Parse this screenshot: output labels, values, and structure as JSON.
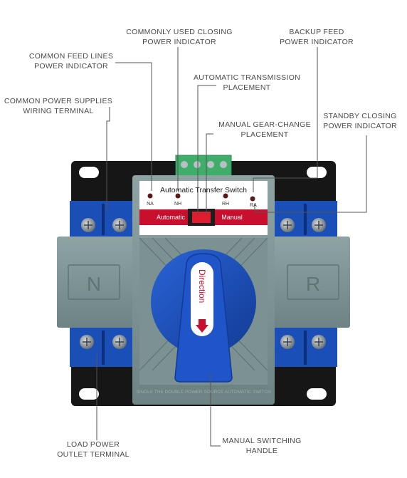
{
  "labels": {
    "commonly_used_closing": [
      "COMMONLY USED CLOSING",
      "POWER INDICATOR"
    ],
    "backup_feed": [
      "BACKUP FEED",
      "POWER INDICATOR"
    ],
    "common_feed_lines": [
      "COMMON FEED LINES",
      "POWER INDICATOR"
    ],
    "automatic_transmission": [
      "AUTOMATIC TRANSMISSION",
      "PLACEMENT"
    ],
    "common_power_supplies": [
      "COMMON POWER SUPPLIES",
      "WIRING TERMINAL"
    ],
    "manual_gear_change": [
      "MANUAL GEAR-CHANGE",
      "PLACEMENT"
    ],
    "standby_closing": [
      "STANDBY CLOSING",
      "POWER INDICATOR"
    ],
    "load_power_outlet": [
      "LOAD POWER",
      "OUTLET TERMINAL"
    ],
    "manual_switching_handle": [
      "MANUAL SWITCHING",
      "HANDLE"
    ]
  },
  "device": {
    "panel_title": "Automatic  Transfer Switch",
    "indicators": [
      "NA",
      "NH",
      "RH",
      "RA"
    ],
    "mode_auto": "Automatic",
    "mode_manual": "Manual",
    "left_letter": "N",
    "right_letter": "R",
    "handle_text": "Direction",
    "base_text": "SINGLE THE DOUBLE POWER SOURCE AUTOMATIC SWITCH"
  },
  "colors": {
    "blue": "#1b4fb8",
    "gray": "#7f9595",
    "red": "#c8102e",
    "green": "#3fae6a",
    "black": "#151515"
  }
}
